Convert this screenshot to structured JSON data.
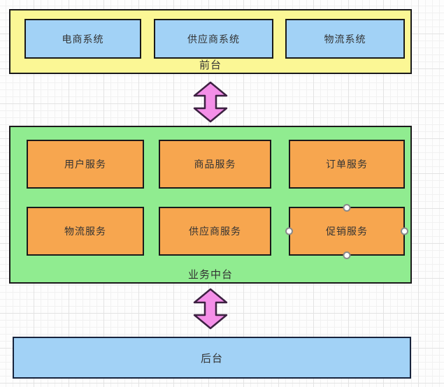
{
  "diagram": {
    "front": {
      "label": "前台",
      "systems": [
        {
          "label": "电商系统"
        },
        {
          "label": "供应商系统"
        },
        {
          "label": "物流系统"
        }
      ]
    },
    "middle": {
      "label": "业务中台",
      "services": [
        {
          "label": "用户服务"
        },
        {
          "label": "商品服务"
        },
        {
          "label": "订单服务"
        },
        {
          "label": "物流服务"
        },
        {
          "label": "供应商服务"
        },
        {
          "label": "促销服务",
          "selected": true
        }
      ]
    },
    "back": {
      "label": "后台"
    },
    "connectors": [
      {
        "type": "vertical-double-arrow",
        "between": [
          "前台",
          "业务中台"
        ]
      },
      {
        "type": "vertical-double-arrow",
        "between": [
          "业务中台",
          "后台"
        ]
      }
    ],
    "colors": {
      "front_fill": "#fbf795",
      "middle_fill": "#90ec90",
      "system_fill": "#a2d2f6",
      "service_fill": "#f7a64f",
      "back_fill": "#a2d2f6",
      "arrow_fill": "#f48fe8",
      "arrow_stroke": "#3d2142",
      "shape_border": "#1a1a1a",
      "text": "#333333"
    }
  }
}
